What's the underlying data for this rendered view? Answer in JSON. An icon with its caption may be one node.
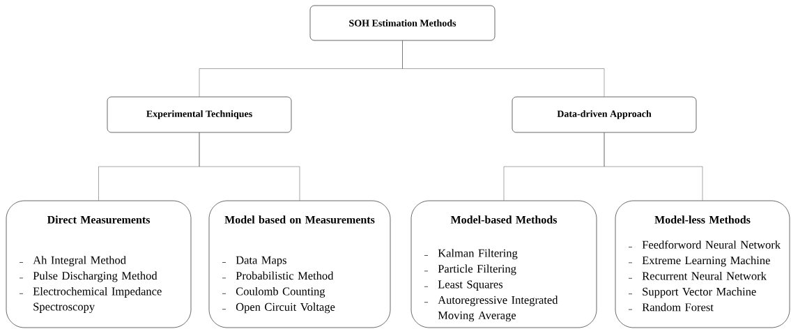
{
  "diagram": {
    "nodes": [
      {
        "text": [
          "SOH Estimation Methods"
        ]
      },
      {
        "text": [
          "Experimental Techniques"
        ]
      },
      {
        "text": [
          "Data-driven Approach"
        ]
      },
      {
        "text": [
          "Direct Measurements",
          "Ah Integral Method",
          "Pulse Discharging Method",
          "Electrochemical Impedance Spectroscopy"
        ]
      },
      {
        "text": [
          "Model based on Measurements",
          "Data Maps",
          "Probabilistic Method",
          "Coulomb Counting",
          "Open Circuit Voltage"
        ]
      },
      {
        "text": [
          "Model-based Methods",
          "Kalman Filtering",
          "Particle Filtering",
          "Least Squares",
          "Autoregressive Integrated Moving Average"
        ]
      },
      {
        "text": [
          "Model-less Methods",
          "Feedforword Neural Network",
          "Extreme Learning Machine",
          "Recurrent Neural Network",
          "Support Vector Machine",
          "Random Forest"
        ]
      }
    ],
    "edges": [
      {
        "from": 0,
        "to": 1,
        "arrow": "none"
      },
      {
        "from": 0,
        "to": 2,
        "arrow": "none"
      },
      {
        "from": 1,
        "to": 3,
        "arrow": "none"
      },
      {
        "from": 1,
        "to": 4,
        "arrow": "none"
      },
      {
        "from": 2,
        "to": 5,
        "arrow": "none"
      },
      {
        "from": 2,
        "to": 6,
        "arrow": "none"
      }
    ]
  }
}
